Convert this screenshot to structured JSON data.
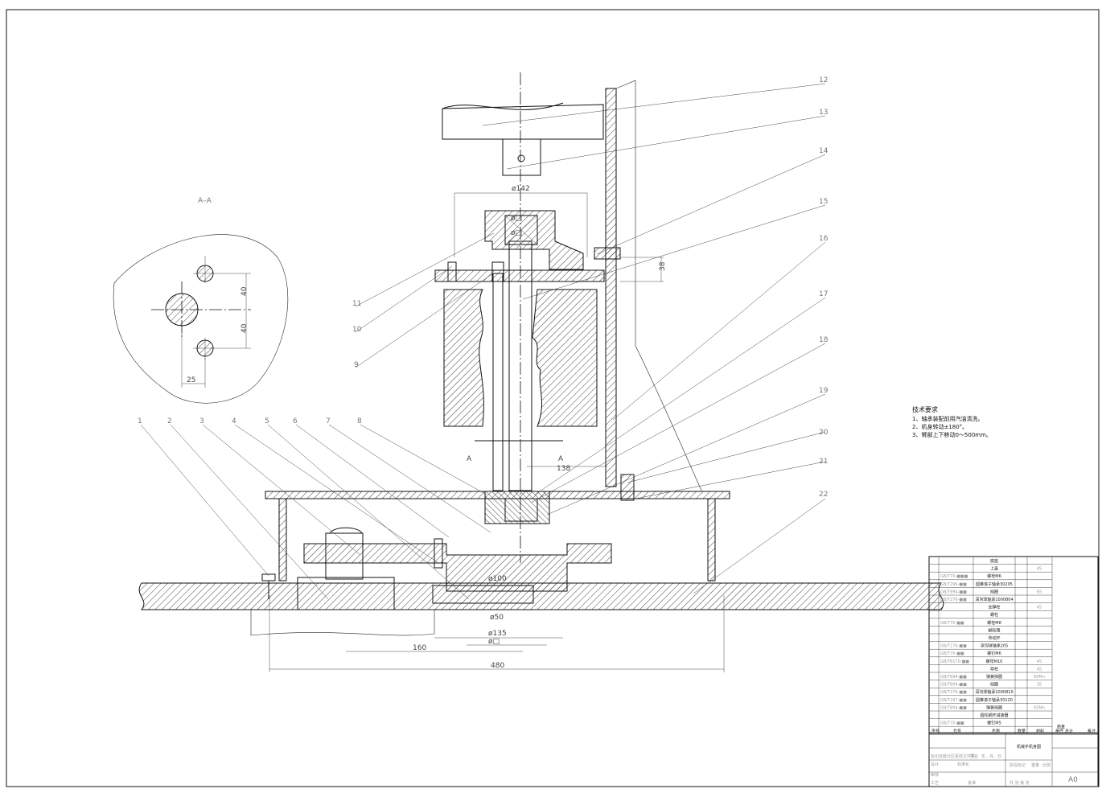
{
  "section_label": "A–A",
  "section_marks": [
    "A",
    "A"
  ],
  "dimensions": {
    "section_vertical_1": "40",
    "section_vertical_2": "40",
    "section_horizontal": "25",
    "top_bearing_dia": "ø142",
    "upper_hole": "ø□",
    "bearing_hole": "ø□",
    "arm_offset": "38",
    "post_offset": "138",
    "ring_dia": "ø100",
    "lower_dia": "ø50",
    "base_dia_1": "ø135",
    "base_dia_2": "ø□",
    "half_width": "160",
    "overall_width": "480"
  },
  "leaders": [
    "1",
    "2",
    "3",
    "4",
    "5",
    "6",
    "7",
    "8",
    "9",
    "10",
    "11",
    "12",
    "13",
    "14",
    "15",
    "16",
    "17",
    "18",
    "19",
    "20",
    "21",
    "22"
  ],
  "technical_requirements": {
    "heading": "技术要求",
    "items": [
      "1、轴承装配前用汽油清洗。",
      "2、机身转动±180°。",
      "3、臂部上下移动0～500mm。"
    ]
  },
  "bom": {
    "rows": [
      {
        "code": "",
        "name": "底座",
        "qty": "",
        "material": ""
      },
      {
        "code": "",
        "name": "上盖",
        "qty": "",
        "material": "45"
      },
      {
        "code": "GB/T70-■■■",
        "name": "螺栓M6",
        "qty": "",
        "material": ""
      },
      {
        "code": "GB/T296-■■",
        "name": "圆锥滚子轴承30205",
        "qty": "",
        "material": ""
      },
      {
        "code": "GB/T894-■■",
        "name": "挡圈",
        "qty": "",
        "material": "65"
      },
      {
        "code": "GB/T276-■■",
        "name": "深沟球轴承1000804",
        "qty": "",
        "material": ""
      },
      {
        "code": "",
        "name": "支撑柱",
        "qty": "",
        "material": "45"
      },
      {
        "code": "",
        "name": "螺柱",
        "qty": "",
        "material": ""
      },
      {
        "code": "GB/T70-■■",
        "name": "螺栓M8",
        "qty": "",
        "material": ""
      },
      {
        "code": "",
        "name": "蜗轮箱",
        "qty": "",
        "material": ""
      },
      {
        "code": "",
        "name": "传动杆",
        "qty": "",
        "material": ""
      },
      {
        "code": "GB/T276-■■",
        "name": "深沟球轴承205",
        "qty": "",
        "material": ""
      },
      {
        "code": "GB/T70-■■",
        "name": "螺钉M6",
        "qty": "",
        "material": ""
      },
      {
        "code": "GB/T6170-■■",
        "name": "螺母M10",
        "qty": "",
        "material": "45"
      },
      {
        "code": "",
        "name": "导柱",
        "qty": "",
        "material": "45"
      },
      {
        "code": "GB/T894-■■",
        "name": "弹簧挡圈",
        "qty": "",
        "material": "65Mn"
      },
      {
        "code": "GB/T894-■■",
        "name": "挡圈",
        "qty": "",
        "material": "35"
      },
      {
        "code": "GB/T276-■■",
        "name": "深沟球轴承1000810",
        "qty": "",
        "material": ""
      },
      {
        "code": "GB/T297-■■",
        "name": "圆锥滚子轴承30120",
        "qty": "",
        "material": ""
      },
      {
        "code": "GB/T894-■■",
        "name": "弹簧挡圈",
        "qty": "",
        "material": "65Mn"
      },
      {
        "code": "",
        "name": "圆柱蜗杆减速器",
        "qty": "",
        "material": ""
      },
      {
        "code": "GB/T70-■■",
        "name": "螺钉M5",
        "qty": "",
        "material": ""
      }
    ],
    "header": {
      "seq": "序号",
      "code": "代号",
      "name": "名称",
      "qty": "数量",
      "material": "材料",
      "unit_mass": "单件",
      "total_mass": "总计",
      "mass": "质量",
      "remark": "备注"
    },
    "title_block": {
      "drawing_title": "机械手机身图",
      "labels": [
        "标记",
        "处数",
        "分区",
        "更改文件号",
        "签名",
        "年、月、日",
        "设计",
        "标准化",
        "阶段标记",
        "重量",
        "比例",
        "审核",
        "工艺",
        "批准",
        "共 张 第 张"
      ],
      "sheet_size": "A0"
    }
  }
}
